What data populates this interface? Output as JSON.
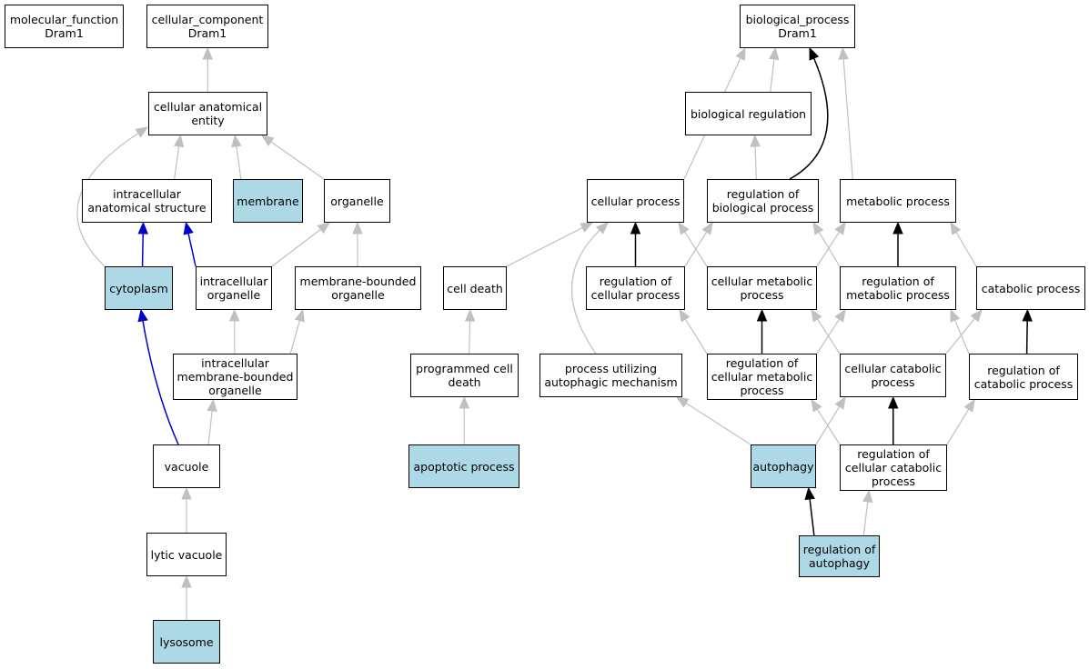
{
  "nodes": {
    "mf_root": {
      "label": "molecular_function\nDram1"
    },
    "cc_root": {
      "label": "cellular_component\nDram1"
    },
    "bp_root": {
      "label": "biological_process\nDram1"
    },
    "cae": {
      "label": "cellular anatomical\nentity"
    },
    "ias": {
      "label": "intracellular\nanatomical structure"
    },
    "membrane": {
      "label": "membrane",
      "highlight": true
    },
    "organelle": {
      "label": "organelle"
    },
    "cytoplasm": {
      "label": "cytoplasm",
      "highlight": true
    },
    "intra_org": {
      "label": "intracellular\norganelle"
    },
    "mbo": {
      "label": "membrane-bounded\norganelle"
    },
    "imbo": {
      "label": "intracellular\nmembrane-bounded\norganelle"
    },
    "vacuole": {
      "label": "vacuole"
    },
    "lytic": {
      "label": "lytic vacuole"
    },
    "lysosome": {
      "label": "lysosome",
      "highlight": true
    },
    "bio_reg": {
      "label": "biological regulation"
    },
    "cell_proc": {
      "label": "cellular process"
    },
    "reg_bio": {
      "label": "regulation of\nbiological process"
    },
    "met_proc": {
      "label": "metabolic process"
    },
    "cell_death": {
      "label": "cell death"
    },
    "reg_cell": {
      "label": "regulation of\ncellular process"
    },
    "cell_met": {
      "label": "cellular metabolic\nprocess"
    },
    "reg_met": {
      "label": "regulation of\nmetabolic process"
    },
    "cat_proc": {
      "label": "catabolic process"
    },
    "pcd": {
      "label": "programmed cell\ndeath"
    },
    "pua": {
      "label": "process utilizing\nautophagic mechanism"
    },
    "reg_cell_met": {
      "label": "regulation of\ncellular metabolic\nprocess"
    },
    "cell_cat": {
      "label": "cellular catabolic\nprocess"
    },
    "reg_cat": {
      "label": "regulation of\ncatabolic process"
    },
    "apoptotic": {
      "label": "apoptotic process",
      "highlight": true
    },
    "autophagy": {
      "label": "autophagy",
      "highlight": true
    },
    "reg_cell_cat": {
      "label": "regulation of\ncellular catabolic\nprocess"
    },
    "reg_auto": {
      "label": "regulation of\nautophagy",
      "highlight": true
    }
  },
  "edges": [
    {
      "from": "cae",
      "to": "cc_root",
      "style": "gray"
    },
    {
      "from": "ias",
      "to": "cae",
      "style": "gray"
    },
    {
      "from": "membrane",
      "to": "cae",
      "style": "gray"
    },
    {
      "from": "organelle",
      "to": "cae",
      "style": "gray"
    },
    {
      "from": "cytoplasm",
      "to": "cae",
      "style": "gray"
    },
    {
      "from": "cytoplasm",
      "to": "ias",
      "style": "blue"
    },
    {
      "from": "intra_org",
      "to": "ias",
      "style": "blue"
    },
    {
      "from": "intra_org",
      "to": "organelle",
      "style": "gray"
    },
    {
      "from": "mbo",
      "to": "organelle",
      "style": "gray"
    },
    {
      "from": "imbo",
      "to": "intra_org",
      "style": "gray"
    },
    {
      "from": "imbo",
      "to": "mbo",
      "style": "gray"
    },
    {
      "from": "vacuole",
      "to": "imbo",
      "style": "gray"
    },
    {
      "from": "vacuole",
      "to": "cytoplasm",
      "style": "blue"
    },
    {
      "from": "lytic",
      "to": "vacuole",
      "style": "gray"
    },
    {
      "from": "lysosome",
      "to": "lytic",
      "style": "gray"
    },
    {
      "from": "bio_reg",
      "to": "bp_root",
      "style": "gray"
    },
    {
      "from": "cell_proc",
      "to": "bp_root",
      "style": "gray"
    },
    {
      "from": "reg_bio",
      "to": "bp_root",
      "style": "black"
    },
    {
      "from": "met_proc",
      "to": "bp_root",
      "style": "gray"
    },
    {
      "from": "reg_bio",
      "to": "bio_reg",
      "style": "gray"
    },
    {
      "from": "cell_death",
      "to": "cell_proc",
      "style": "gray"
    },
    {
      "from": "reg_cell",
      "to": "cell_proc",
      "style": "black"
    },
    {
      "from": "reg_cell",
      "to": "reg_bio",
      "style": "gray"
    },
    {
      "from": "cell_met",
      "to": "cell_proc",
      "style": "gray"
    },
    {
      "from": "cell_met",
      "to": "met_proc",
      "style": "gray"
    },
    {
      "from": "reg_met",
      "to": "met_proc",
      "style": "black"
    },
    {
      "from": "reg_met",
      "to": "reg_bio",
      "style": "gray"
    },
    {
      "from": "cat_proc",
      "to": "met_proc",
      "style": "gray"
    },
    {
      "from": "pua",
      "to": "cell_proc",
      "style": "gray"
    },
    {
      "from": "pcd",
      "to": "cell_death",
      "style": "gray"
    },
    {
      "from": "apoptotic",
      "to": "pcd",
      "style": "gray"
    },
    {
      "from": "reg_cell_met",
      "to": "reg_cell",
      "style": "gray"
    },
    {
      "from": "reg_cell_met",
      "to": "cell_met",
      "style": "black"
    },
    {
      "from": "reg_cell_met",
      "to": "reg_met",
      "style": "gray"
    },
    {
      "from": "cell_cat",
      "to": "cell_met",
      "style": "gray"
    },
    {
      "from": "cell_cat",
      "to": "cat_proc",
      "style": "gray"
    },
    {
      "from": "reg_cat",
      "to": "reg_met",
      "style": "gray"
    },
    {
      "from": "reg_cat",
      "to": "cat_proc",
      "style": "black"
    },
    {
      "from": "autophagy",
      "to": "pua",
      "style": "gray"
    },
    {
      "from": "autophagy",
      "to": "cell_cat",
      "style": "gray"
    },
    {
      "from": "reg_cell_cat",
      "to": "reg_cell_met",
      "style": "gray"
    },
    {
      "from": "reg_cell_cat",
      "to": "cell_cat",
      "style": "black"
    },
    {
      "from": "reg_cell_cat",
      "to": "reg_cat",
      "style": "gray"
    },
    {
      "from": "reg_auto",
      "to": "autophagy",
      "style": "black"
    },
    {
      "from": "reg_auto",
      "to": "reg_cell_cat",
      "style": "gray"
    }
  ],
  "colors": {
    "gray": "#c0c0c0",
    "black": "#000000",
    "blue": "#0000cc",
    "highlight": "#add8e6"
  }
}
